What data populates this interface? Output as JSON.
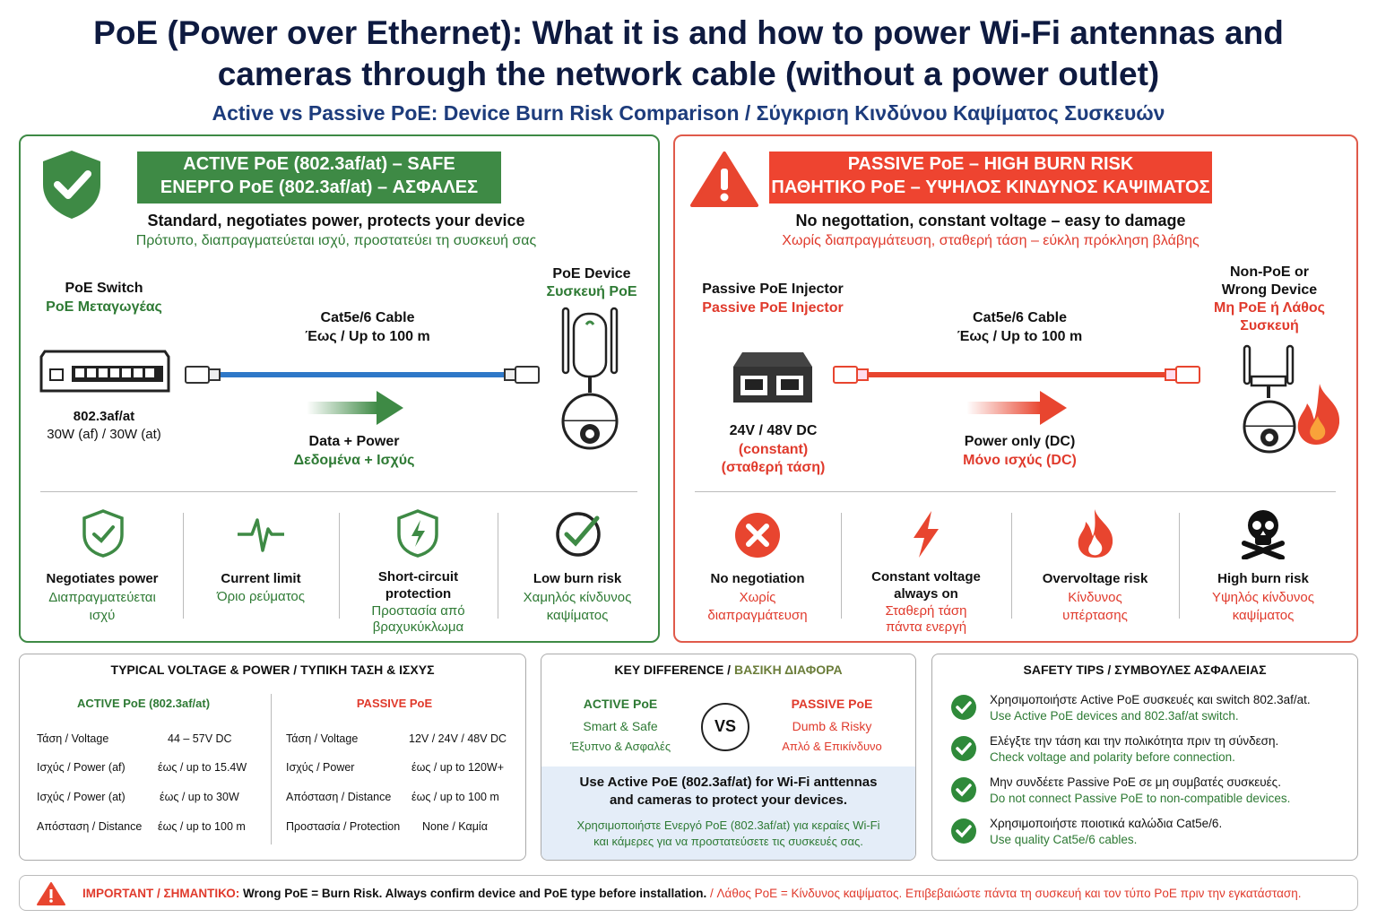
{
  "title_line1": "PoE (Power over Ethernet): What it is and how to power Wi-Fi antennas and",
  "title_line2": "cameras through the network cable (without a power outlet)",
  "subtitle": "Active vs Passive PoE: Device Burn Risk Comparison / Σύγκριση Κινδύνου Καψίματος Συσκευών",
  "colors": {
    "green": "#3e8a45",
    "red": "#e8452f",
    "navy": "#0e1a40",
    "blue": "#2f78c8"
  },
  "active": {
    "banner1": "ACTIVE PoE (802.3af/at) – SAFE",
    "banner2": "ΕΝΕΡΓΟ PoE (802.3af/at) – ΑΣΦΑΛΕΣ",
    "tagline_en": "Standard, negotiates power, protects your device",
    "tagline_gr": "Πρότυπο, διαπραγματεύεται ισχύ, προστατεύει τη συσκευή σας",
    "switch_en": "PoE Switch",
    "switch_gr": "PoE Μεταγωγέας",
    "device_en": "PoE Device",
    "device_gr": "Συσκευή PoE",
    "cable1": "Cat5e/6 Cable",
    "cable2": "Έως / Up to 100 m",
    "std1": "802.3af/at",
    "std2": "30W (af) / 30W (at)",
    "flow_en": "Data + Power",
    "flow_gr": "Δεδομένα + Ισχύς",
    "features": [
      {
        "icon": "shield-check-icon",
        "en": "Negotiates power",
        "gr1": "Διαπραγματεύεται",
        "gr2": "ισχύ"
      },
      {
        "icon": "pulse-icon",
        "en": "Current limit",
        "gr1": "Όριο ρεύματος",
        "gr2": ""
      },
      {
        "icon": "shield-bolt-icon",
        "en": "Short-circuit",
        "en2": "protection",
        "gr1": "Προστασία από",
        "gr2": "βραχυκύκλωμα"
      },
      {
        "icon": "check-circle-icon",
        "en": "Low burn risk",
        "gr1": "Χαμηλός κίνδυνος",
        "gr2": "καψίματος"
      }
    ]
  },
  "passive": {
    "banner1": "PASSIVE PoE – HIGH BURN RISK",
    "banner2": "ΠΑΘΗΤΙΚΟ PoE – ΥΨΗΛΟΣ ΚΙΝΔΥΝΟΣ ΚΑΨΙΜΑΤΟΣ",
    "tagline_en": "No negottation, constant voltage – easy to damage",
    "tagline_gr": "Χωρίς διαπραγμάτευση, σταθερή τάση – εύκλη πρόκληση βλάβης",
    "injector_en": "Passive PoE Injector",
    "injector_gr": "Passive PoE Injector",
    "device_en1": "Non-PoE or",
    "device_en2": "Wrong Device",
    "device_gr1": "Μη PoE ή Λάθος",
    "device_gr2": "Συσκευή",
    "cable1": "Cat5e/6 Cable",
    "cable2": "Έως / Up to 100 m",
    "volt1": "24V / 48V DC",
    "volt2": "(constant)",
    "volt3": "(σταθερή τάση)",
    "flow_en": "Power only (DC)",
    "flow_gr": "Μόνο ισχύς (DC)",
    "features": [
      {
        "icon": "x-circle-icon",
        "en": "No negotiation",
        "gr1": "Χωρίς",
        "gr2": "διαπραγμάτευση"
      },
      {
        "icon": "bolt-icon",
        "en": "Constant voltage",
        "en2": "always on",
        "gr1": "Σταθερή τάση",
        "gr2": "πάντα ενεργή"
      },
      {
        "icon": "fire-icon",
        "en": "Overvoltage risk",
        "gr1": "Κίνδυνος",
        "gr2": "υπέρτασης"
      },
      {
        "icon": "skull-icon",
        "en": "High burn risk",
        "gr1": "Υψηλός κίνδυνος",
        "gr2": "καψίματος"
      }
    ]
  },
  "typical": {
    "title": "TYPICAL VOLTAGE & POWER / ΤΥΠΙΚΗ ΤΑΣΗ & ΙΣΧΥΣ",
    "active_head": "ACTIVE PoE (802.3af/at)",
    "passive_head": "PASSIVE PoE",
    "active_rows": [
      [
        "Τάση / Voltage",
        "44 – 57V DC"
      ],
      [
        "Ισχύς / Power (af)",
        "έως / up to 15.4W"
      ],
      [
        "Ισχύς / Power (at)",
        "έως / up to 30W"
      ],
      [
        "Απόσταση / Distance",
        "έως / up to 100 m"
      ]
    ],
    "passive_rows": [
      [
        "Τάση / Voltage",
        "12V / 24V / 48V DC"
      ],
      [
        "Ισχύς / Power",
        "έως / up to 120W+"
      ],
      [
        "Απόσταση / Distance",
        "έως / up to 100 m"
      ],
      [
        "Προστασία / Protection",
        "None / Καμία"
      ]
    ]
  },
  "key": {
    "title_en": "KEY DIFFERENCE / ",
    "title_gr": "ΒΑΣΙΚΗ ΔΙΑΦΟΡΑ",
    "left1": "ACTIVE PoE",
    "left2": "Smart & Safe",
    "left3": "Έξυπνο & Ασφαλές",
    "vs": "VS",
    "right1": "PASSIVE PoE",
    "right2": "Dumb & Risky",
    "right3": "Απλό & Επικίνδυνο",
    "note_en1": "Use Active PoE (802.3af/at) for Wi-Fi anttennas",
    "note_en2": "and cameras to protect your devices.",
    "note_gr1": "Χρησιμοποιήστε Ενεργό PoE (802.3af/at) για κεραίες Wi-Fi",
    "note_gr2": "και κάμερες για να προστατεύσετε τις συσκευές σας."
  },
  "safety": {
    "title": "SAFETY TIPS / ΣΥΜΒΟΥΛΕΣ ΑΣΦΑΛΕΙΑΣ",
    "tips": [
      {
        "gr": "Χρησιμοποιήστε Active PoE συσκευές και switch 802.3af/at.",
        "en": "Use Active PoE devices and 802.3af/at switch."
      },
      {
        "gr": "Ελέγξτε την τάση και την πολικότητα πριν τη σύνδεση.",
        "en": "Check voltage and polarity before connection."
      },
      {
        "gr": "Μην συνδέετε Passive PoE σε μη συμβατές συσκευές.",
        "en": "Do not connect Passive PoE to non-compatible devices."
      },
      {
        "gr": "Χρησιμοποιήστε ποιοτικά καλώδια Cat5e/6.",
        "en": "Use quality Cat5e/6 cables."
      }
    ]
  },
  "footer": {
    "important": "IMPORTANT / ΣΗΜΑΝΤΙΚΟ:",
    "text_en": "Wrong PoE = Burn Risk.  Always confirm device and PoE type before installation.",
    "sep": "/",
    "text_gr": "Λάθος PoE = Κίνδυνος καψίματος.  Επιβεβαιώστε πάντα τη συσκευή και τον τύπο PoE πριν την εγκατάσταση."
  }
}
